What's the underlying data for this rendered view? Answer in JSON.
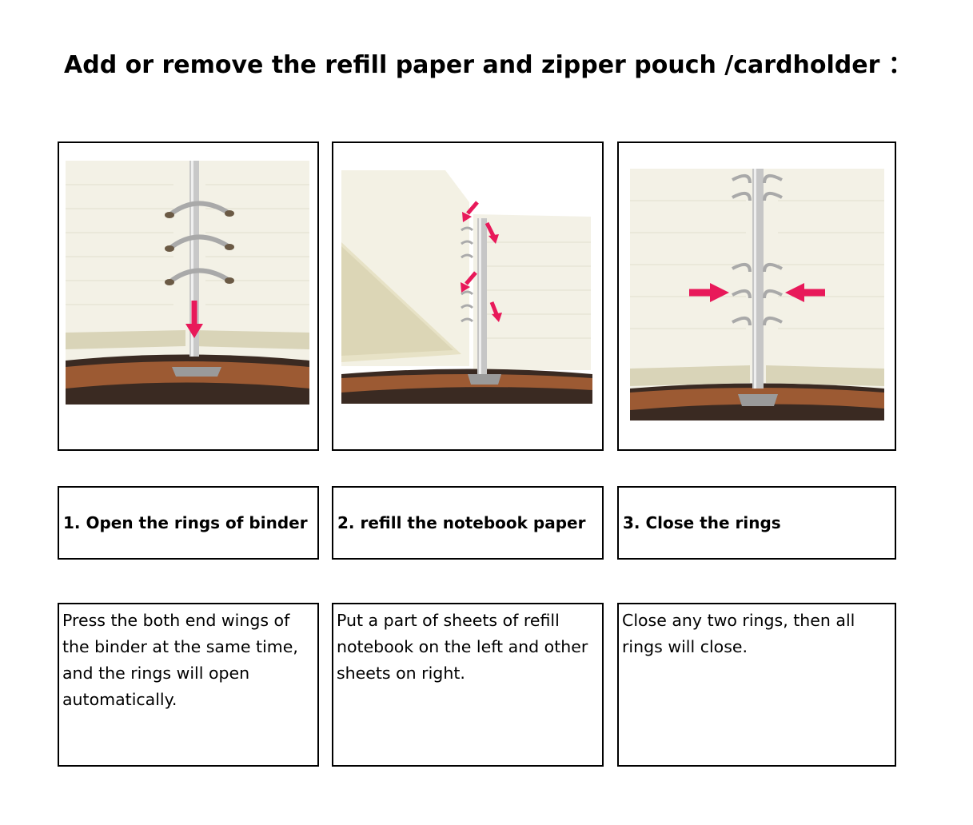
{
  "page": {
    "title": "Add or remove the refill paper and zipper pouch /cardholder ："
  },
  "steps": [
    {
      "label": "1. Open the rings of binder",
      "description": "Press the both end wings of the binder at the same time, and the rings will open automatically.",
      "photo": "open-rings-photo"
    },
    {
      "label": "2. refill the notebook paper",
      "description": "Put a part of sheets of refill notebook on the left and other sheets on right.",
      "photo": "refill-paper-photo"
    },
    {
      "label": "3. Close the rings",
      "description": "Close any two rings, then all rings will close.",
      "photo": "close-rings-photo"
    }
  ],
  "colors": {
    "arrow": "#e8195a",
    "paper": "#f3f1e4",
    "leather": "#5a3a28",
    "metal": "#b9b9b9"
  }
}
